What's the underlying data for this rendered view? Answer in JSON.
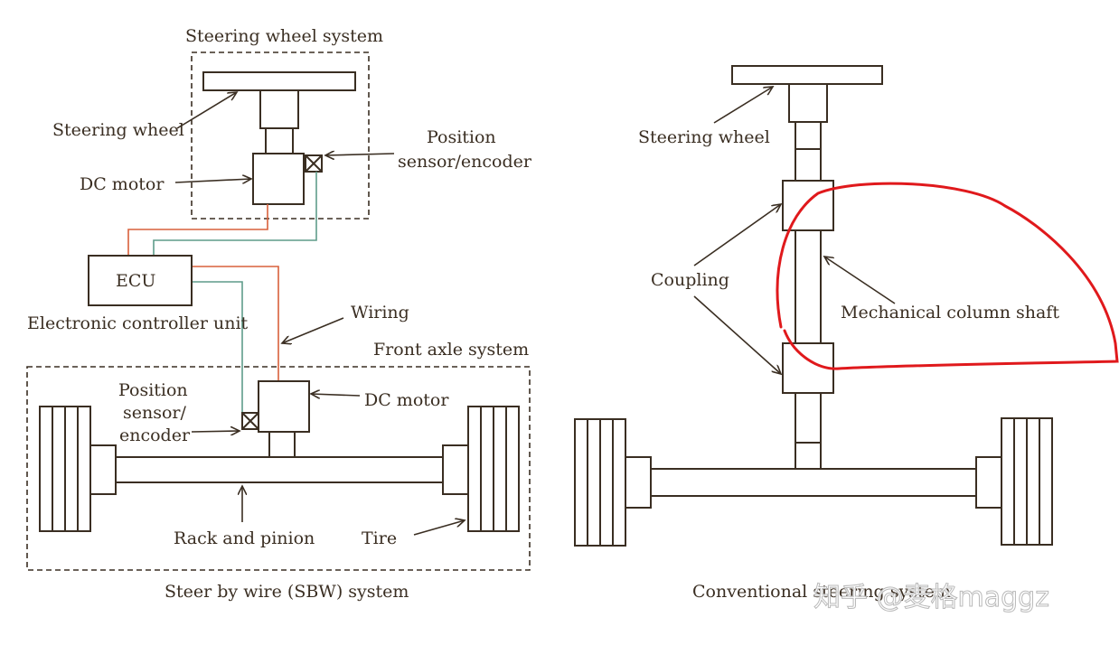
{
  "sbw": {
    "steering_wheel_system": "Steering wheel system",
    "steering_wheel": "Steering wheel",
    "dc_motor_top": "DC motor",
    "position_sensor_top_1": "Position",
    "position_sensor_top_2": "sensor/encoder",
    "ecu": "ECU",
    "ecu_full": "Electronic controller unit",
    "wiring": "Wiring",
    "front_axle_system": "Front axle system",
    "position_sensor_bottom_1": "Position",
    "position_sensor_bottom_2": "sensor/",
    "position_sensor_bottom_3": "encoder",
    "dc_motor_bottom": "DC motor",
    "rack_and_pinion": "Rack and pinion",
    "tire": "Tire",
    "caption": "Steer by wire (SBW) system"
  },
  "conventional": {
    "steering_wheel": "Steering wheel",
    "coupling": "Coupling",
    "mechanical_column_shaft": "Mechanical column shaft",
    "caption": "Conventional steering system"
  },
  "watermark": "知乎 @麦格maggz",
  "colors": {
    "line": "#3a2e22",
    "wire_power": "#d9603b",
    "wire_signal": "#5f9c8a",
    "annotation": "#e0191c"
  }
}
